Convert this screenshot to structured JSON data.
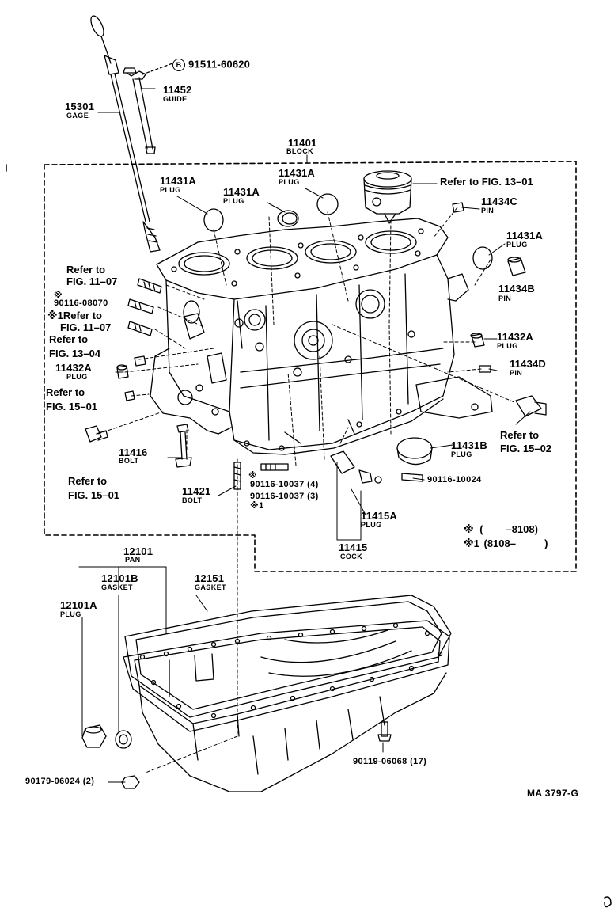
{
  "parts": [
    {
      "id": "p91511",
      "number": "91511-60620",
      "prefix": "B"
    },
    {
      "id": "p11452",
      "number": "11452",
      "name": "GUIDE"
    },
    {
      "id": "p15301",
      "number": "15301",
      "name": "GAGE"
    },
    {
      "id": "p11401",
      "number": "11401",
      "name": "BLOCK"
    },
    {
      "id": "p11431a_1",
      "number": "11431A",
      "name": "PLUG"
    },
    {
      "id": "p11431a_2",
      "number": "11431A",
      "name": "PLUG"
    },
    {
      "id": "p11431a_3",
      "number": "11431A",
      "name": "PLUG"
    },
    {
      "id": "p11431a_4",
      "number": "11431A",
      "name": "PLUG"
    },
    {
      "id": "p11434c",
      "number": "11434C",
      "name": "PIN"
    },
    {
      "id": "p11434b",
      "number": "11434B",
      "name": "PIN"
    },
    {
      "id": "p11432a_r",
      "number": "11432A",
      "name": "PLUG"
    },
    {
      "id": "p11434d",
      "number": "11434D",
      "name": "PIN"
    },
    {
      "id": "p11432a_l",
      "number": "11432A",
      "name": "PLUG"
    },
    {
      "id": "p11416",
      "number": "11416",
      "name": "BOLT"
    },
    {
      "id": "p11421",
      "number": "11421",
      "name": "BOLT"
    },
    {
      "id": "p11431b",
      "number": "11431B",
      "name": "PLUG"
    },
    {
      "id": "p11415a",
      "number": "11415A",
      "name": "PLUG"
    },
    {
      "id": "p11415",
      "number": "11415",
      "name": "COCK"
    },
    {
      "id": "p12101",
      "number": "12101",
      "name": "PAN"
    },
    {
      "id": "p12101b",
      "number": "12101B",
      "name": "GASKET"
    },
    {
      "id": "p12151",
      "number": "12151",
      "name": "GASKET"
    },
    {
      "id": "p12101a",
      "number": "12101A",
      "name": "PLUG"
    }
  ],
  "misc_labels": {
    "n90116_08070": "90116-08070",
    "n90116_10037a": "90116-10037 (4)",
    "n90116_10037b": "90116-10037 (3)",
    "n90116_10024": "90116-10024",
    "n90119": "90119-06068 (17)",
    "n90179": "90179-06024 (2)",
    "star": "※",
    "star1": "※1",
    "drawing_code": "MA 3797-G"
  },
  "refs": {
    "fig1301": "Refer to FIG. 13–01",
    "refer_to": "Refer to",
    "fig1107a": "FIG. 11–07",
    "star1_refer": "※1Refer to",
    "fig1107b": "FIG. 11–07",
    "refer_to2": "Refer to",
    "fig1304": "FIG. 13–04",
    "refer_to3": "Refer to",
    "fig1501a": "FIG. 15–01",
    "refer_to4": "Refer to",
    "fig1501b": "FIG. 15–01",
    "refer_to5": "Refer to",
    "fig1502": "FIG. 15–02"
  },
  "legend": {
    "row1_mark": "※",
    "row1_range": "(        –8108)",
    "row2_mark": "※1",
    "row2_range": "(8108–          )"
  }
}
